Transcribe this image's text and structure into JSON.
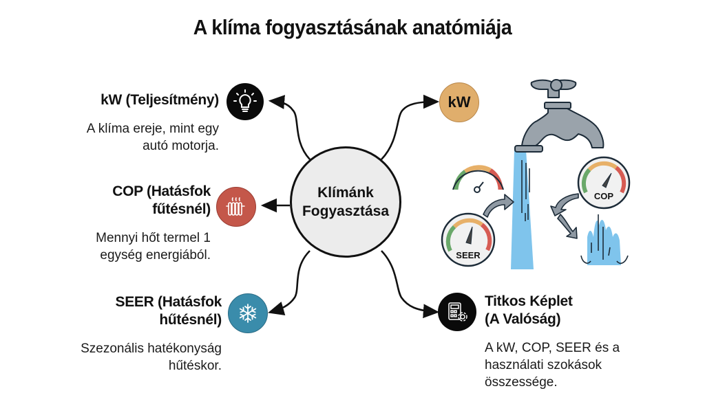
{
  "title": "A klíma fogyasztásának anatómiája",
  "center": {
    "line1": "Klímánk",
    "line2": "Fogyasztása"
  },
  "nodes": [
    {
      "id": "kw",
      "icon": "lightbulb-icon",
      "color": "#0a0a0a",
      "heading": [
        "kW (Teljesítmény)"
      ],
      "description": [
        "A klíma ereje, mint egy",
        "autó motorja."
      ]
    },
    {
      "id": "cop",
      "icon": "radiator-icon",
      "color": "#c4574a",
      "heading": [
        "COP (Hatásfok",
        "fűtésnél)"
      ],
      "description": [
        "Mennyi hőt termel 1",
        "egység energiából."
      ]
    },
    {
      "id": "seer",
      "icon": "snowflake-icon",
      "color": "#3a8cab",
      "heading": [
        "SEER (Hatásfok",
        "hűtésnél)"
      ],
      "description": [
        "Szezonális hatékonyság",
        "hűtéskor."
      ]
    },
    {
      "id": "formula",
      "icon": "calculator-gear-icon",
      "color": "#0a0a0a",
      "heading": [
        "Titkos Képlet",
        "(A Valóság)"
      ],
      "description": [
        "A kW, COP, SEER és a",
        "használati szokások",
        "összessége."
      ]
    }
  ],
  "kw_badge": {
    "label": "kW",
    "color": "#e0ae6c"
  },
  "illustration": {
    "gauge_left_label": "SEER",
    "gauge_right_label": "COP",
    "faucet_color": "#9aa3ab",
    "water_color": "#7fc4ec"
  }
}
